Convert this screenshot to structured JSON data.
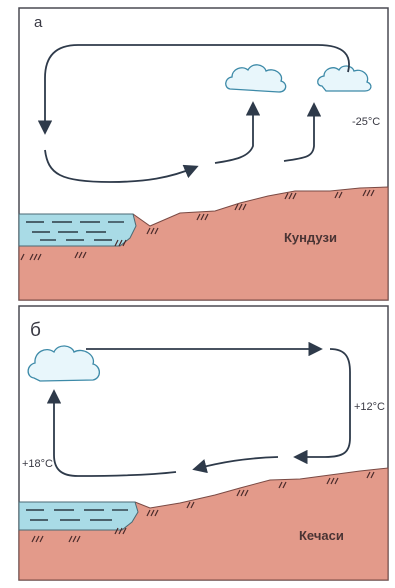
{
  "panels": [
    {
      "letter": "а",
      "temperature": "-25°C",
      "time_of_day": "Кундузи"
    },
    {
      "letter": "б",
      "temperature_right": "+12°C",
      "temperature_left": "+18°C",
      "time_of_day": "Кечаси"
    }
  ],
  "colors": {
    "water": "#a9dbe6",
    "land": "#e39a8a",
    "arrow": "#2e3a4a",
    "frame": "#4a4a52",
    "cloud_fill": "#e8f6fb",
    "cloud_stroke": "#3d8aa8"
  }
}
